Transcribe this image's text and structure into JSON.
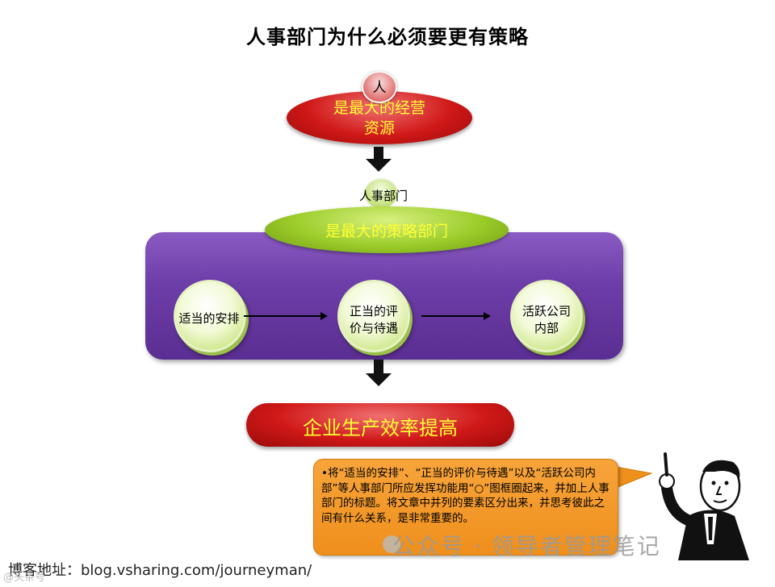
{
  "title": "人事部门为什么必须要更有策略",
  "top_node": {
    "badge": "人",
    "line1": "是最大的经营",
    "line2": "资源"
  },
  "middle_node": {
    "badge_label": "人事部门",
    "label": "是最大的策略部门"
  },
  "process": [
    {
      "label": "适当的安排"
    },
    {
      "line1": "正当的评",
      "line2": "价与待遇"
    },
    {
      "line1": "活跃公司",
      "line2": "内部"
    }
  ],
  "result": "企业生产效率提高",
  "callout_text": "•将“适当的安排”、“正当的评价与待遇”以及“活跃公司内部”等人事部门所应发挥功能用“○”图框圈起来，并加上人事部门的标题。将文章中并列的要素区分出来，并思考彼此之间有什么关系，是非常重要的。",
  "footer": "博客地址：blog.vsharing.com/journeyman/",
  "watermark": "公众号 · 领导者管理笔记",
  "watermark_left": "@头条号",
  "colors": {
    "red": "#d01818",
    "green": "#9bcc2a",
    "purple": "#6d3ea8",
    "orange": "#ef8f1c",
    "label_yellow": "#ffff33"
  }
}
